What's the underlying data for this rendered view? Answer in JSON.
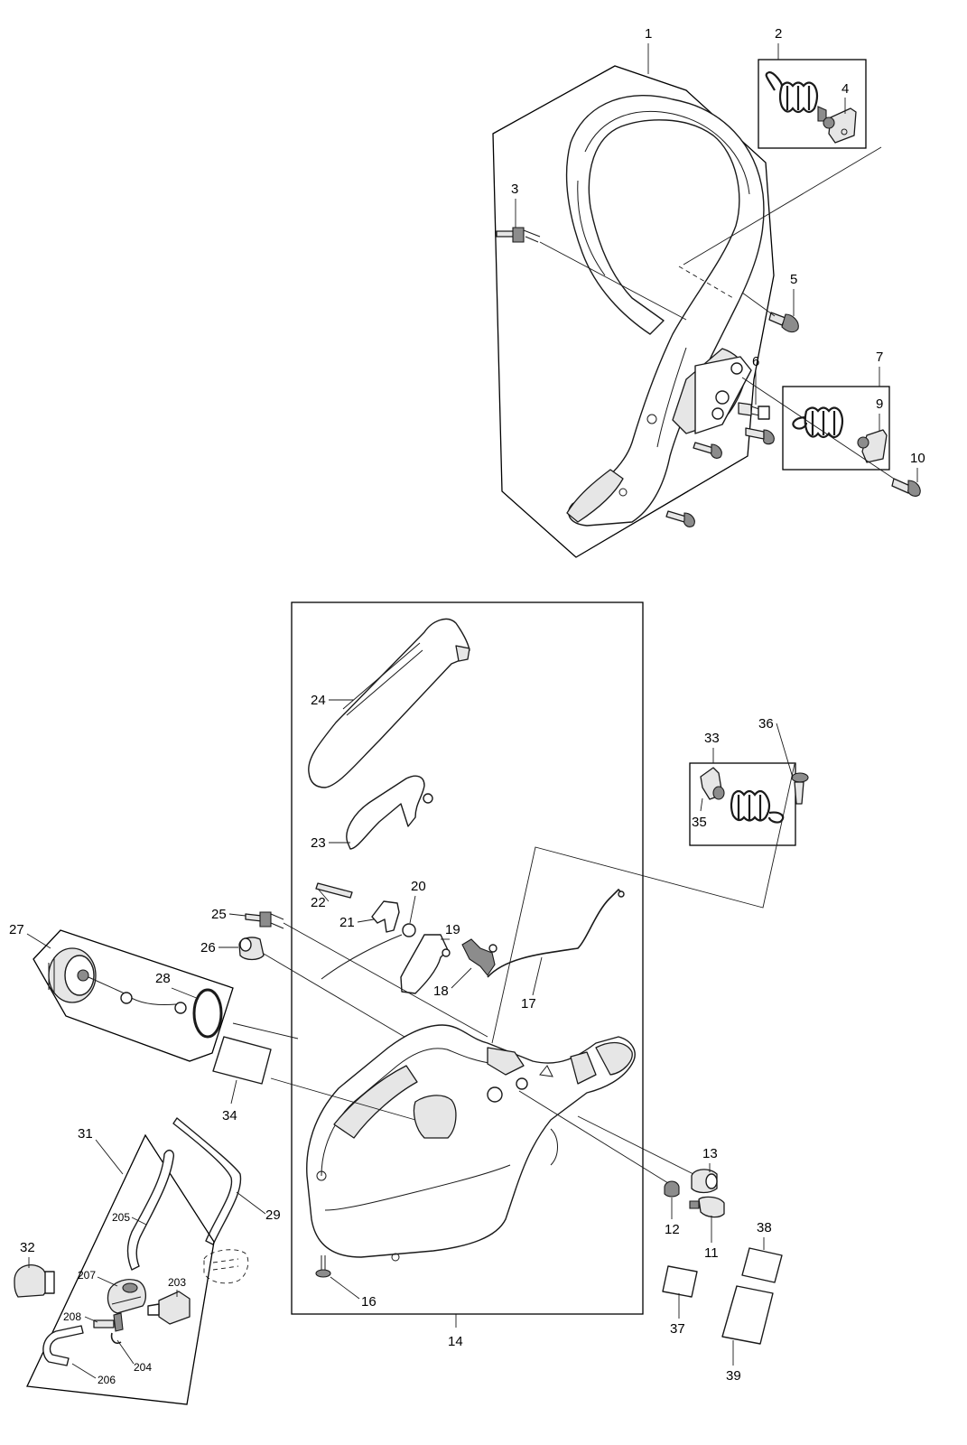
{
  "callouts": {
    "p1": "1",
    "p2": "2",
    "p3": "3",
    "p4": "4",
    "p5": "5",
    "p6": "6",
    "p7": "7",
    "p9": "9",
    "p10": "10",
    "p11": "11",
    "p12": "12",
    "p13": "13",
    "p14": "14",
    "p16": "16",
    "p17": "17",
    "p18": "18",
    "p19": "19",
    "p20": "20",
    "p21": "21",
    "p22": "22",
    "p23": "23",
    "p24": "24",
    "p25": "25",
    "p26": "26",
    "p27": "27",
    "p28": "28",
    "p29": "29",
    "p31": "31",
    "p32": "32",
    "p33": "33",
    "p34": "34",
    "p35": "35",
    "p36": "36",
    "p37": "37",
    "p38": "38",
    "p39": "39",
    "p203": "203",
    "p204": "204",
    "p205": "205",
    "p206": "206",
    "p207": "207",
    "p208": "208"
  }
}
